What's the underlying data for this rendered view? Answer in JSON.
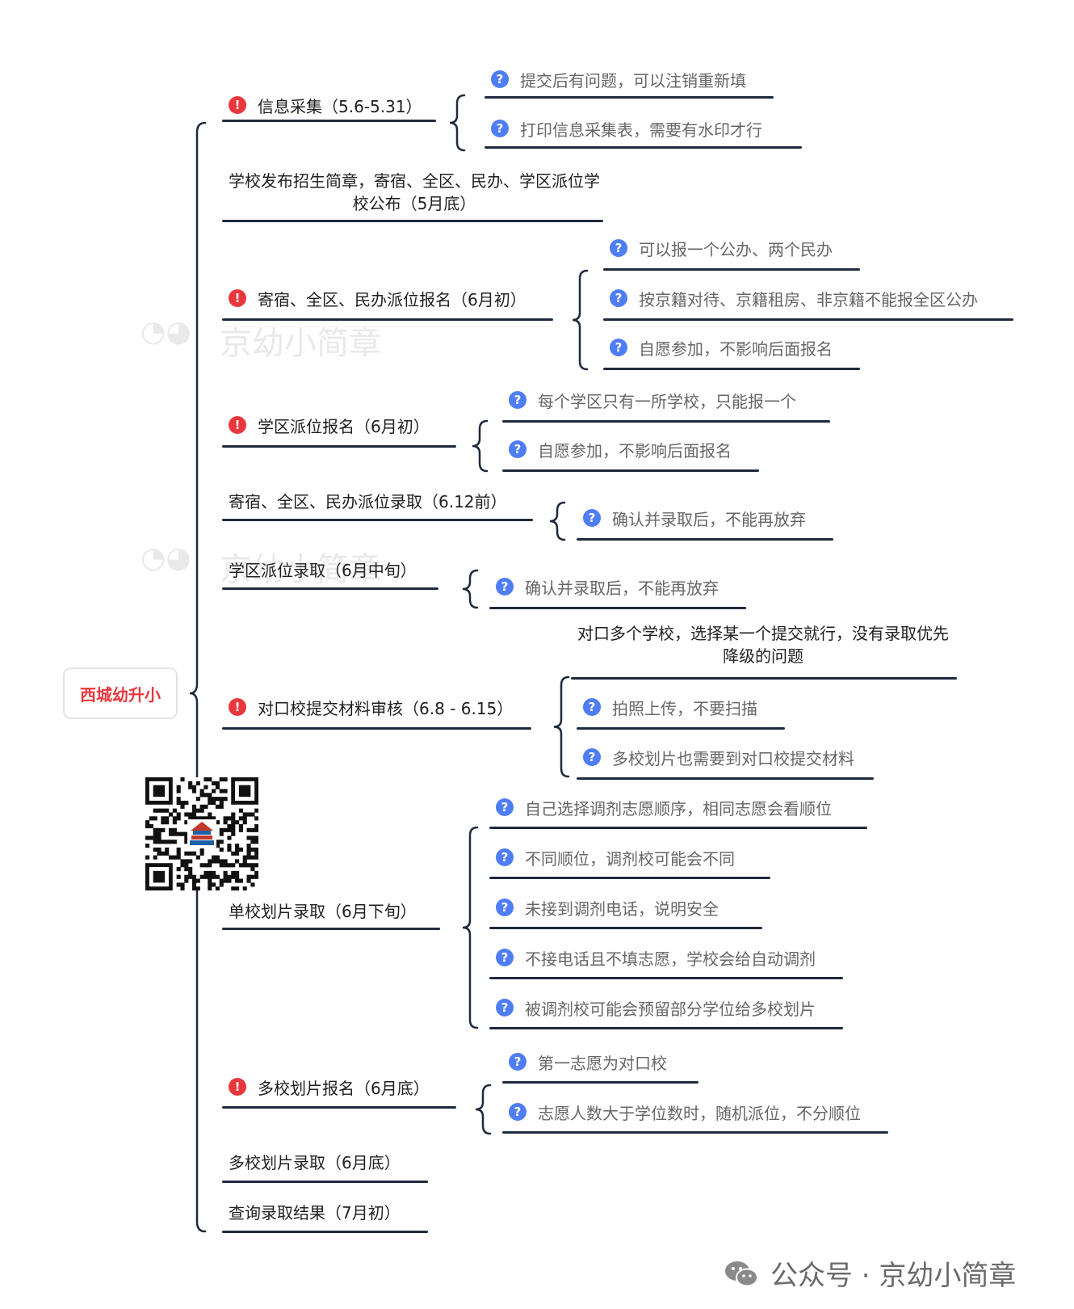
{
  "root": {
    "label": "西城幼升小"
  },
  "branches": [
    {
      "label": "信息采集（5.6-5.31）",
      "flag": "warn",
      "leaves": [
        "提交后有问题，可以注销重新填",
        "打印信息采集表，需要有水印才行"
      ]
    },
    {
      "label": "学校发布招生简章，寄宿、全区、民办、学区派位学校公布（5月底）",
      "flag": "none",
      "leaves": []
    },
    {
      "label": "寄宿、全区、民办派位报名（6月初）",
      "flag": "warn",
      "leaves": [
        "可以报一个公办、两个民办",
        "按京籍对待、京籍租房、非京籍不能报全区公办",
        "自愿参加，不影响后面报名"
      ]
    },
    {
      "label": "学区派位报名（6月初）",
      "flag": "warn",
      "leaves": [
        "每个学区只有一所学校，只能报一个",
        "自愿参加，不影响后面报名"
      ]
    },
    {
      "label": "寄宿、全区、民办派位录取（6.12前）",
      "flag": "none",
      "leaves": [
        "确认并录取后，不能再放弃"
      ]
    },
    {
      "label": "学区派位录取（6月中旬）",
      "flag": "none",
      "leaves": [
        "确认并录取后，不能再放弃"
      ]
    },
    {
      "label": "对口校提交材料审核（6.8 - 6.15）",
      "flag": "warn",
      "leaves": [
        "对口多个学校，选择某一个提交就行，没有录取优先降级的问题",
        "拍照上传，不要扫描",
        "多校划片也需要到对口校提交材料"
      ]
    },
    {
      "label": "单校划片录取（6月下旬）",
      "flag": "none",
      "leaves": [
        "自己选择调剂志愿顺序，相同志愿会看顺位",
        "不同顺位，调剂校可能会不同",
        "未接到调剂电话，说明安全",
        "不接电话且不填志愿，学校会给自动调剂",
        "被调剂校可能会预留部分学位给多校划片"
      ]
    },
    {
      "label": "多校划片报名（6月底）",
      "flag": "warn",
      "leaves": [
        "第一志愿为对口校",
        "志愿人数大于学位数时，随机派位，不分顺位"
      ]
    },
    {
      "label": "多校划片录取（6月底）",
      "flag": "none",
      "leaves": []
    },
    {
      "label": "查询录取结果（7月初）",
      "flag": "none",
      "leaves": []
    }
  ],
  "icons": {
    "warn": "exclamation-circle-icon",
    "question": "question-circle-icon"
  },
  "watermark": {
    "text": "京幼小简章"
  },
  "footer": {
    "text": "公众号 · 京幼小简章"
  },
  "colors": {
    "root_text": "#e8383d",
    "warn_icon": "#e8383d",
    "question_icon": "#4f7df5",
    "line": "#1f2a3d"
  }
}
